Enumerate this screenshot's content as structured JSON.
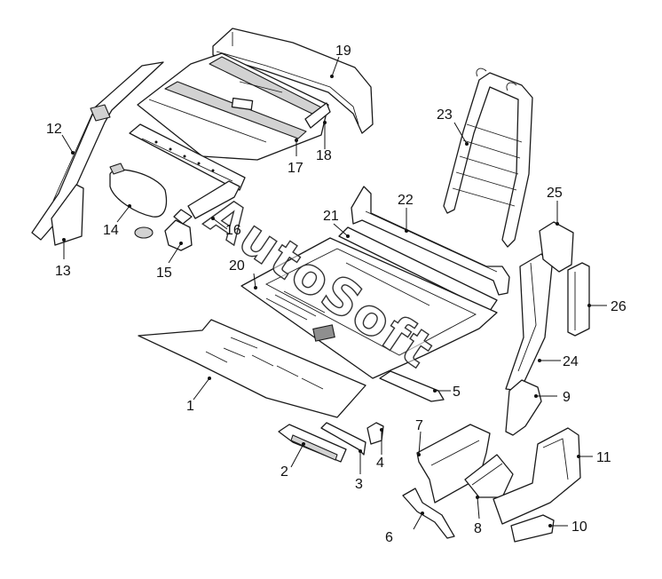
{
  "diagram": {
    "watermark": "AutoSoft",
    "callouts": {
      "c1": "1",
      "c2": "2",
      "c3": "3",
      "c4": "4",
      "c5": "5",
      "c6": "6",
      "c7": "7",
      "c8": "8",
      "c9": "9",
      "c10": "10",
      "c11": "11",
      "c12": "12",
      "c13": "13",
      "c14": "14",
      "c15": "15",
      "c16": "16",
      "c17": "17",
      "c18": "18",
      "c19": "19",
      "c20": "20",
      "c21": "21",
      "c22": "22",
      "c23": "23",
      "c24": "24",
      "c25": "25",
      "c26": "26"
    }
  }
}
